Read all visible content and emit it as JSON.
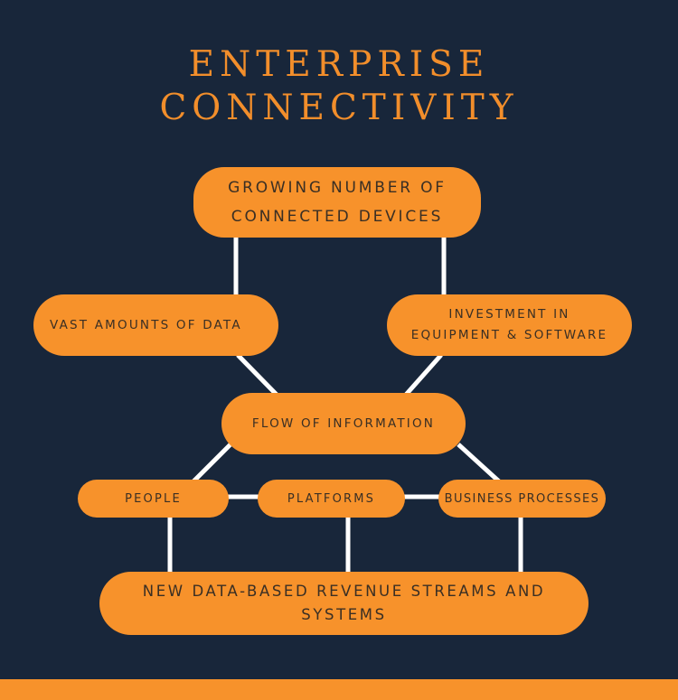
{
  "title": {
    "line1": "ENTERPRISE",
    "line2": "CONNECTIVITY"
  },
  "nodes": {
    "growing": {
      "line1": "GROWING NUMBER OF",
      "line2": "CONNECTED DEVICES"
    },
    "vast_data": {
      "label": "VAST AMOUNTS OF DATA"
    },
    "investment": {
      "line1": "INVESTMENT IN",
      "line2": "EQUIPMENT & SOFTWARE"
    },
    "flow": {
      "label": "FLOW OF INFORMATION"
    },
    "people": {
      "label": "PEOPLE"
    },
    "platforms": {
      "label": "PLATFORMS"
    },
    "business": {
      "label": "BUSINESS PROCESSES"
    },
    "revenue": {
      "line1": "NEW DATA-BASED REVENUE STREAMS AND",
      "line2": "SYSTEMS"
    }
  },
  "colors": {
    "background": "#18263a",
    "accent": "#f7922b",
    "connector": "#ffffff"
  }
}
